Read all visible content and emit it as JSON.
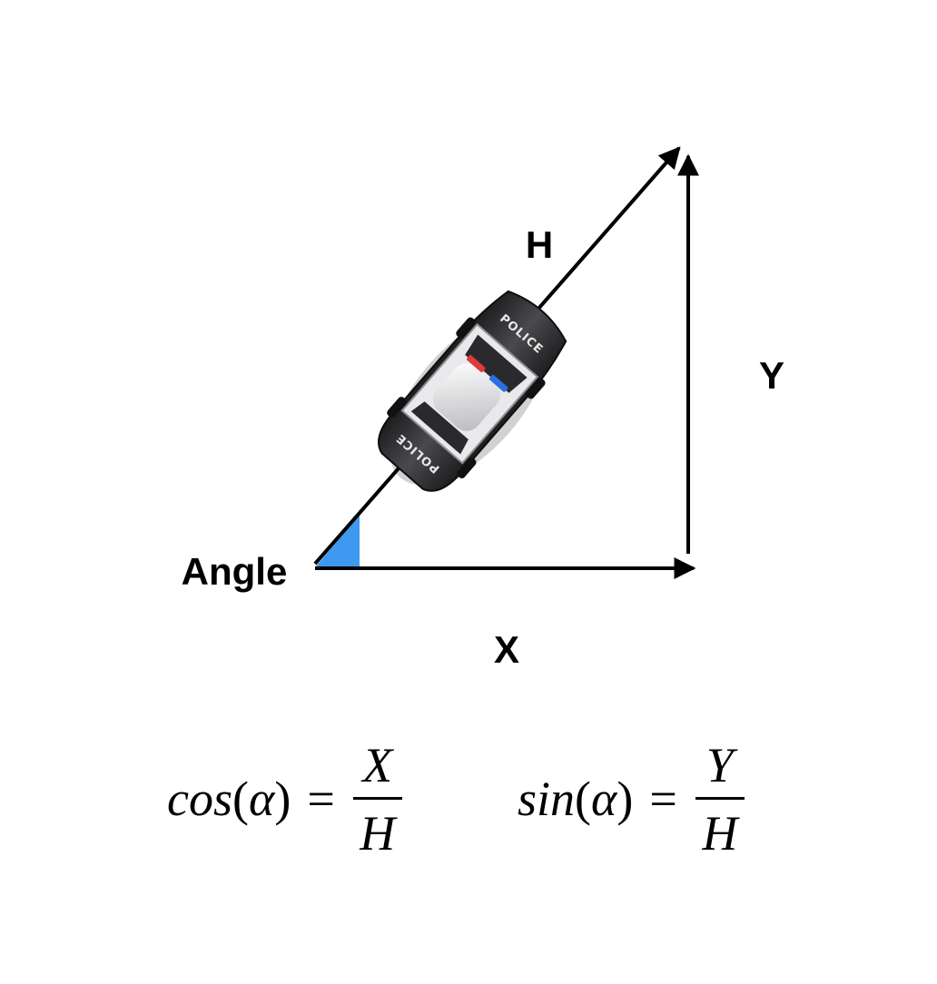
{
  "labels": {
    "hypotenuse": "H",
    "opposite": "Y",
    "adjacent": "X",
    "angle": "Angle"
  },
  "car": {
    "roof_text": "POLICE",
    "hood_text": "POLICE"
  },
  "formulas": {
    "cos": {
      "fn": "cos",
      "open_paren": "(",
      "arg": "α",
      "close_paren": ")",
      "equals": "=",
      "numerator": "X",
      "denominator": "H"
    },
    "sin": {
      "fn": "sin",
      "open_paren": "(",
      "arg": "α",
      "close_paren": ")",
      "equals": "=",
      "numerator": "Y",
      "denominator": "H"
    }
  },
  "colors": {
    "angle_wedge": "#3d9af0",
    "lines": "#000000"
  }
}
